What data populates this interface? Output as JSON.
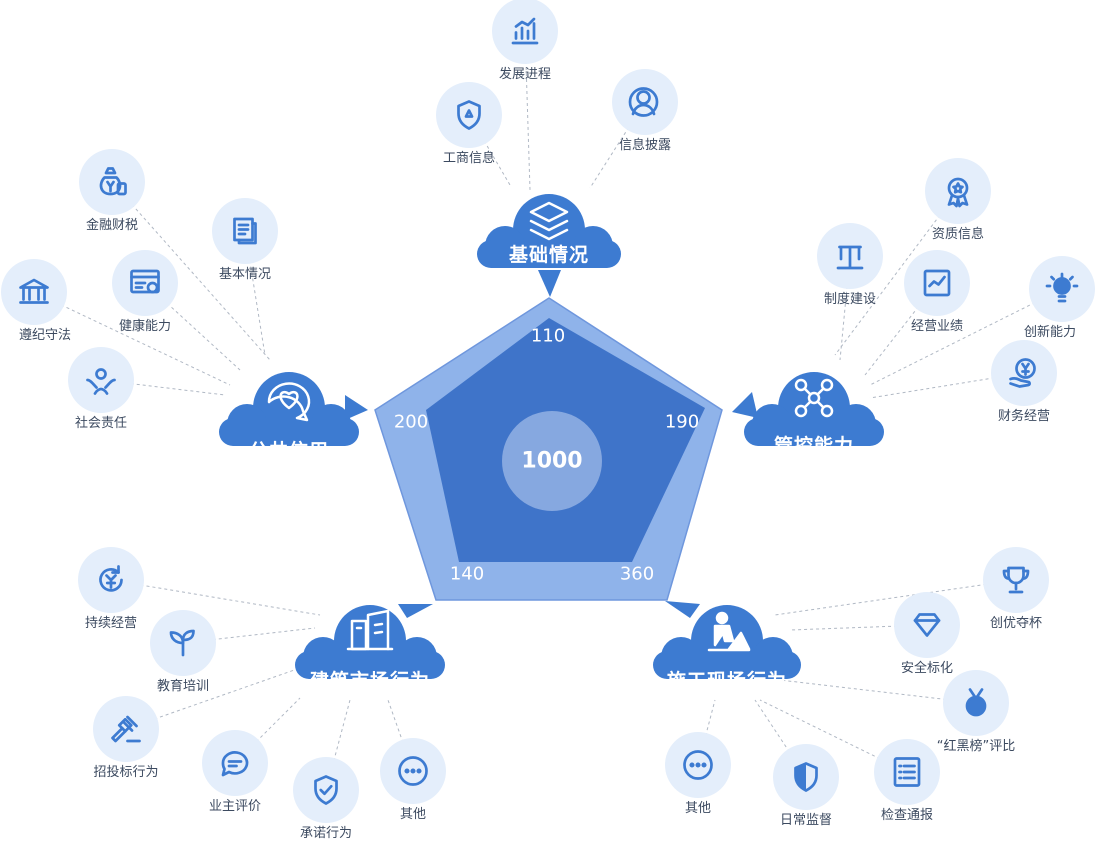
{
  "colors": {
    "hub": "#3d7bd1",
    "node_bg": "#e4eefb",
    "icon": "#3d7bd1",
    "outer_pent": "#8fb3ea",
    "inner_pent": "#3f74c9",
    "center": "#86a8e0",
    "line": "#b0b8c4"
  },
  "radar": {
    "total": "1000",
    "values": [
      {
        "label": "110",
        "value": 110
      },
      {
        "label": "190",
        "value": 190
      },
      {
        "label": "360",
        "value": 360
      },
      {
        "label": "140",
        "value": 140
      },
      {
        "label": "200",
        "value": 200
      }
    ]
  },
  "hubs": [
    {
      "id": "basic",
      "label": "基础情况",
      "icon": "layers-icon"
    },
    {
      "id": "control",
      "label": "管控能力",
      "icon": "network-icon"
    },
    {
      "id": "site",
      "label": "施工现场行为",
      "icon": "construction-worker-icon"
    },
    {
      "id": "market",
      "label": "建筑市场行为",
      "icon": "buildings-icon"
    },
    {
      "id": "credit",
      "label": "公共信用",
      "icon": "heart-chat-icon"
    }
  ],
  "nodes": [
    {
      "label": "发展进程",
      "hub": "basic",
      "icon": "bar-chart-icon"
    },
    {
      "label": "工商信息",
      "hub": "basic",
      "icon": "shield-badge-icon"
    },
    {
      "label": "信息披露",
      "hub": "basic",
      "icon": "person-icon"
    },
    {
      "label": "资质信息",
      "hub": "control",
      "icon": "award-icon"
    },
    {
      "label": "制度建设",
      "hub": "control",
      "icon": "structure-icon"
    },
    {
      "label": "经营业绩",
      "hub": "control",
      "icon": "chart-board-icon"
    },
    {
      "label": "创新能力",
      "hub": "control",
      "icon": "lightbulb-icon"
    },
    {
      "label": "财务经营",
      "hub": "control",
      "icon": "yuan-hand-icon"
    },
    {
      "label": "金融财税",
      "hub": "credit",
      "icon": "money-bag-icon"
    },
    {
      "label": "基本情况",
      "hub": "credit",
      "icon": "document-icon"
    },
    {
      "label": "健康能力",
      "hub": "credit",
      "icon": "card-gear-icon"
    },
    {
      "label": "遵纪守法",
      "hub": "credit",
      "icon": "bank-icon"
    },
    {
      "label": "社会责任",
      "hub": "credit",
      "icon": "hands-icon"
    },
    {
      "label": "持续经营",
      "hub": "market",
      "icon": "yuan-cycle-icon"
    },
    {
      "label": "教育培训",
      "hub": "market",
      "icon": "sprout-icon"
    },
    {
      "label": "招投标行为",
      "hub": "market",
      "icon": "gavel-icon"
    },
    {
      "label": "业主评价",
      "hub": "market",
      "icon": "chat-icon"
    },
    {
      "label": "承诺行为",
      "hub": "market",
      "icon": "shield-check-icon"
    },
    {
      "label": "其他",
      "hub": "market",
      "icon": "more-icon"
    },
    {
      "label": "创优夺杯",
      "hub": "site",
      "icon": "trophy-icon"
    },
    {
      "label": "安全标化",
      "hub": "site",
      "icon": "diamond-icon"
    },
    {
      "label": "“红黑榜”评比",
      "hub": "site",
      "icon": "medal-icon"
    },
    {
      "label": "检查通报",
      "hub": "site",
      "icon": "checklist-icon"
    },
    {
      "label": "日常监督",
      "hub": "site",
      "icon": "shield-split-icon"
    },
    {
      "label": "其他",
      "hub": "site",
      "icon": "more-icon"
    }
  ]
}
